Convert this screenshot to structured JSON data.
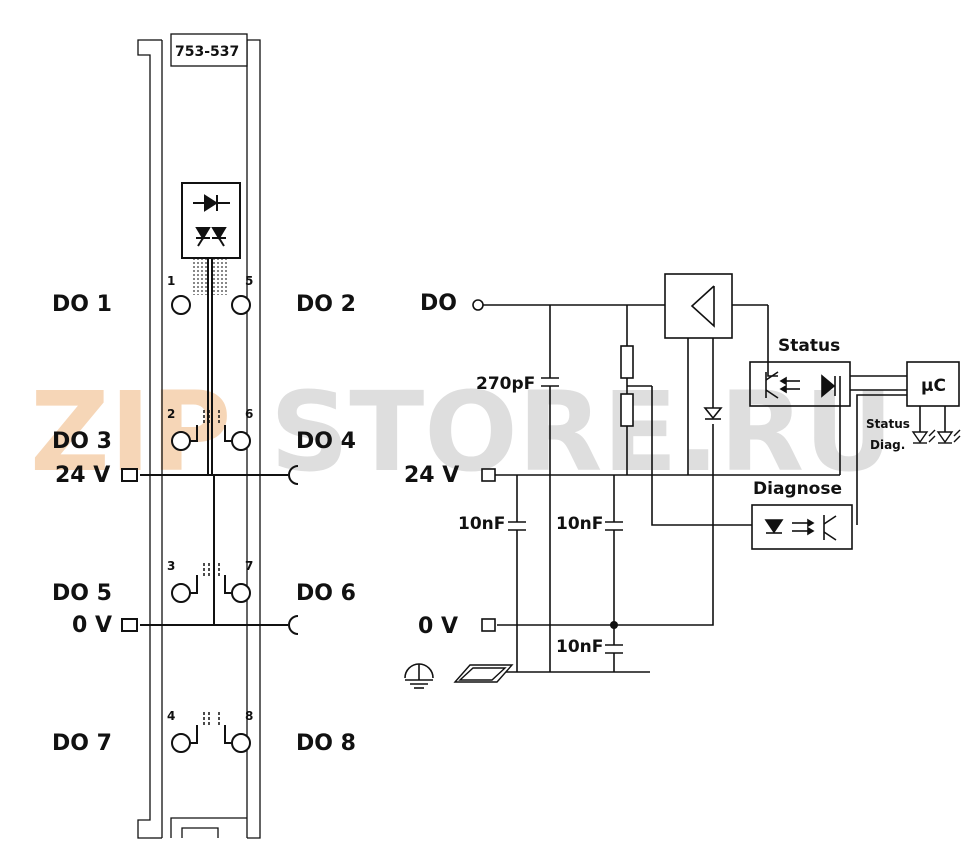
{
  "module": {
    "part_number": "753-537"
  },
  "terminals": {
    "left": [
      "DO 1",
      "DO 3",
      "DO 5",
      "DO 7"
    ],
    "right": [
      "DO 2",
      "DO 4",
      "DO 6",
      "DO 8"
    ],
    "supply_24v": "24 V",
    "supply_0v": "0 V",
    "pin_numbers": [
      "1",
      "5",
      "2",
      "6",
      "3",
      "7",
      "4",
      "8"
    ]
  },
  "circuit": {
    "do_label": "DO",
    "v24_label": "24 V",
    "v0_label": "0 V",
    "cap_270": "270pF",
    "cap_10_a": "10nF",
    "cap_10_b": "10nF",
    "cap_10_c": "10nF",
    "status_label": "Status",
    "diagnose_label": "Diagnose",
    "uc_label": "µC",
    "led_status": "Status",
    "led_diag": "Diag."
  },
  "watermark": {
    "zip": "ZIP",
    "store": "STORE.RU"
  },
  "colors": {
    "line": "#111111",
    "watermark_orange": "#f3c9a0",
    "watermark_grey": "#d4d4d4"
  }
}
